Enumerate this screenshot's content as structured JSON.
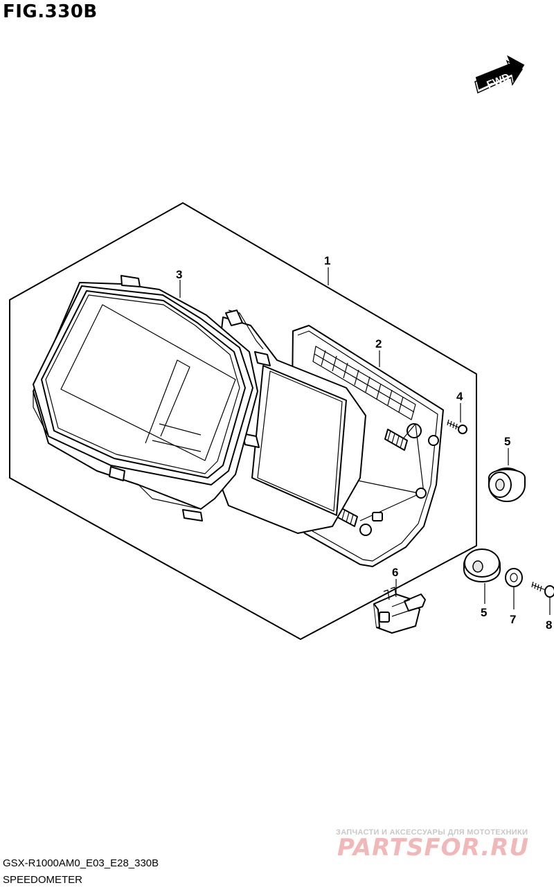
{
  "figure": {
    "title": "FIG.330B",
    "direction_label": "FWD",
    "model_code": "GSX-R1000AM0_E03_E28_330B",
    "section_name": "SPEEDOMETER"
  },
  "callouts": [
    {
      "id": "1",
      "part": "speedometer-assembly"
    },
    {
      "id": "2",
      "part": "rear-case"
    },
    {
      "id": "3",
      "part": "front-lens-case"
    },
    {
      "id": "4",
      "part": "screw"
    },
    {
      "id": "5",
      "part": "cushion-upper"
    },
    {
      "id": "5",
      "part": "cushion-lower"
    },
    {
      "id": "6",
      "part": "connector"
    },
    {
      "id": "7",
      "part": "washer"
    },
    {
      "id": "8",
      "part": "screw"
    }
  ],
  "watermark": {
    "tagline": "ЗАПЧАСТИ И АКСЕССУАРЫ ДЛЯ МОТОТЕХНИКИ",
    "logo_text": "PARTSFOR.RU"
  }
}
